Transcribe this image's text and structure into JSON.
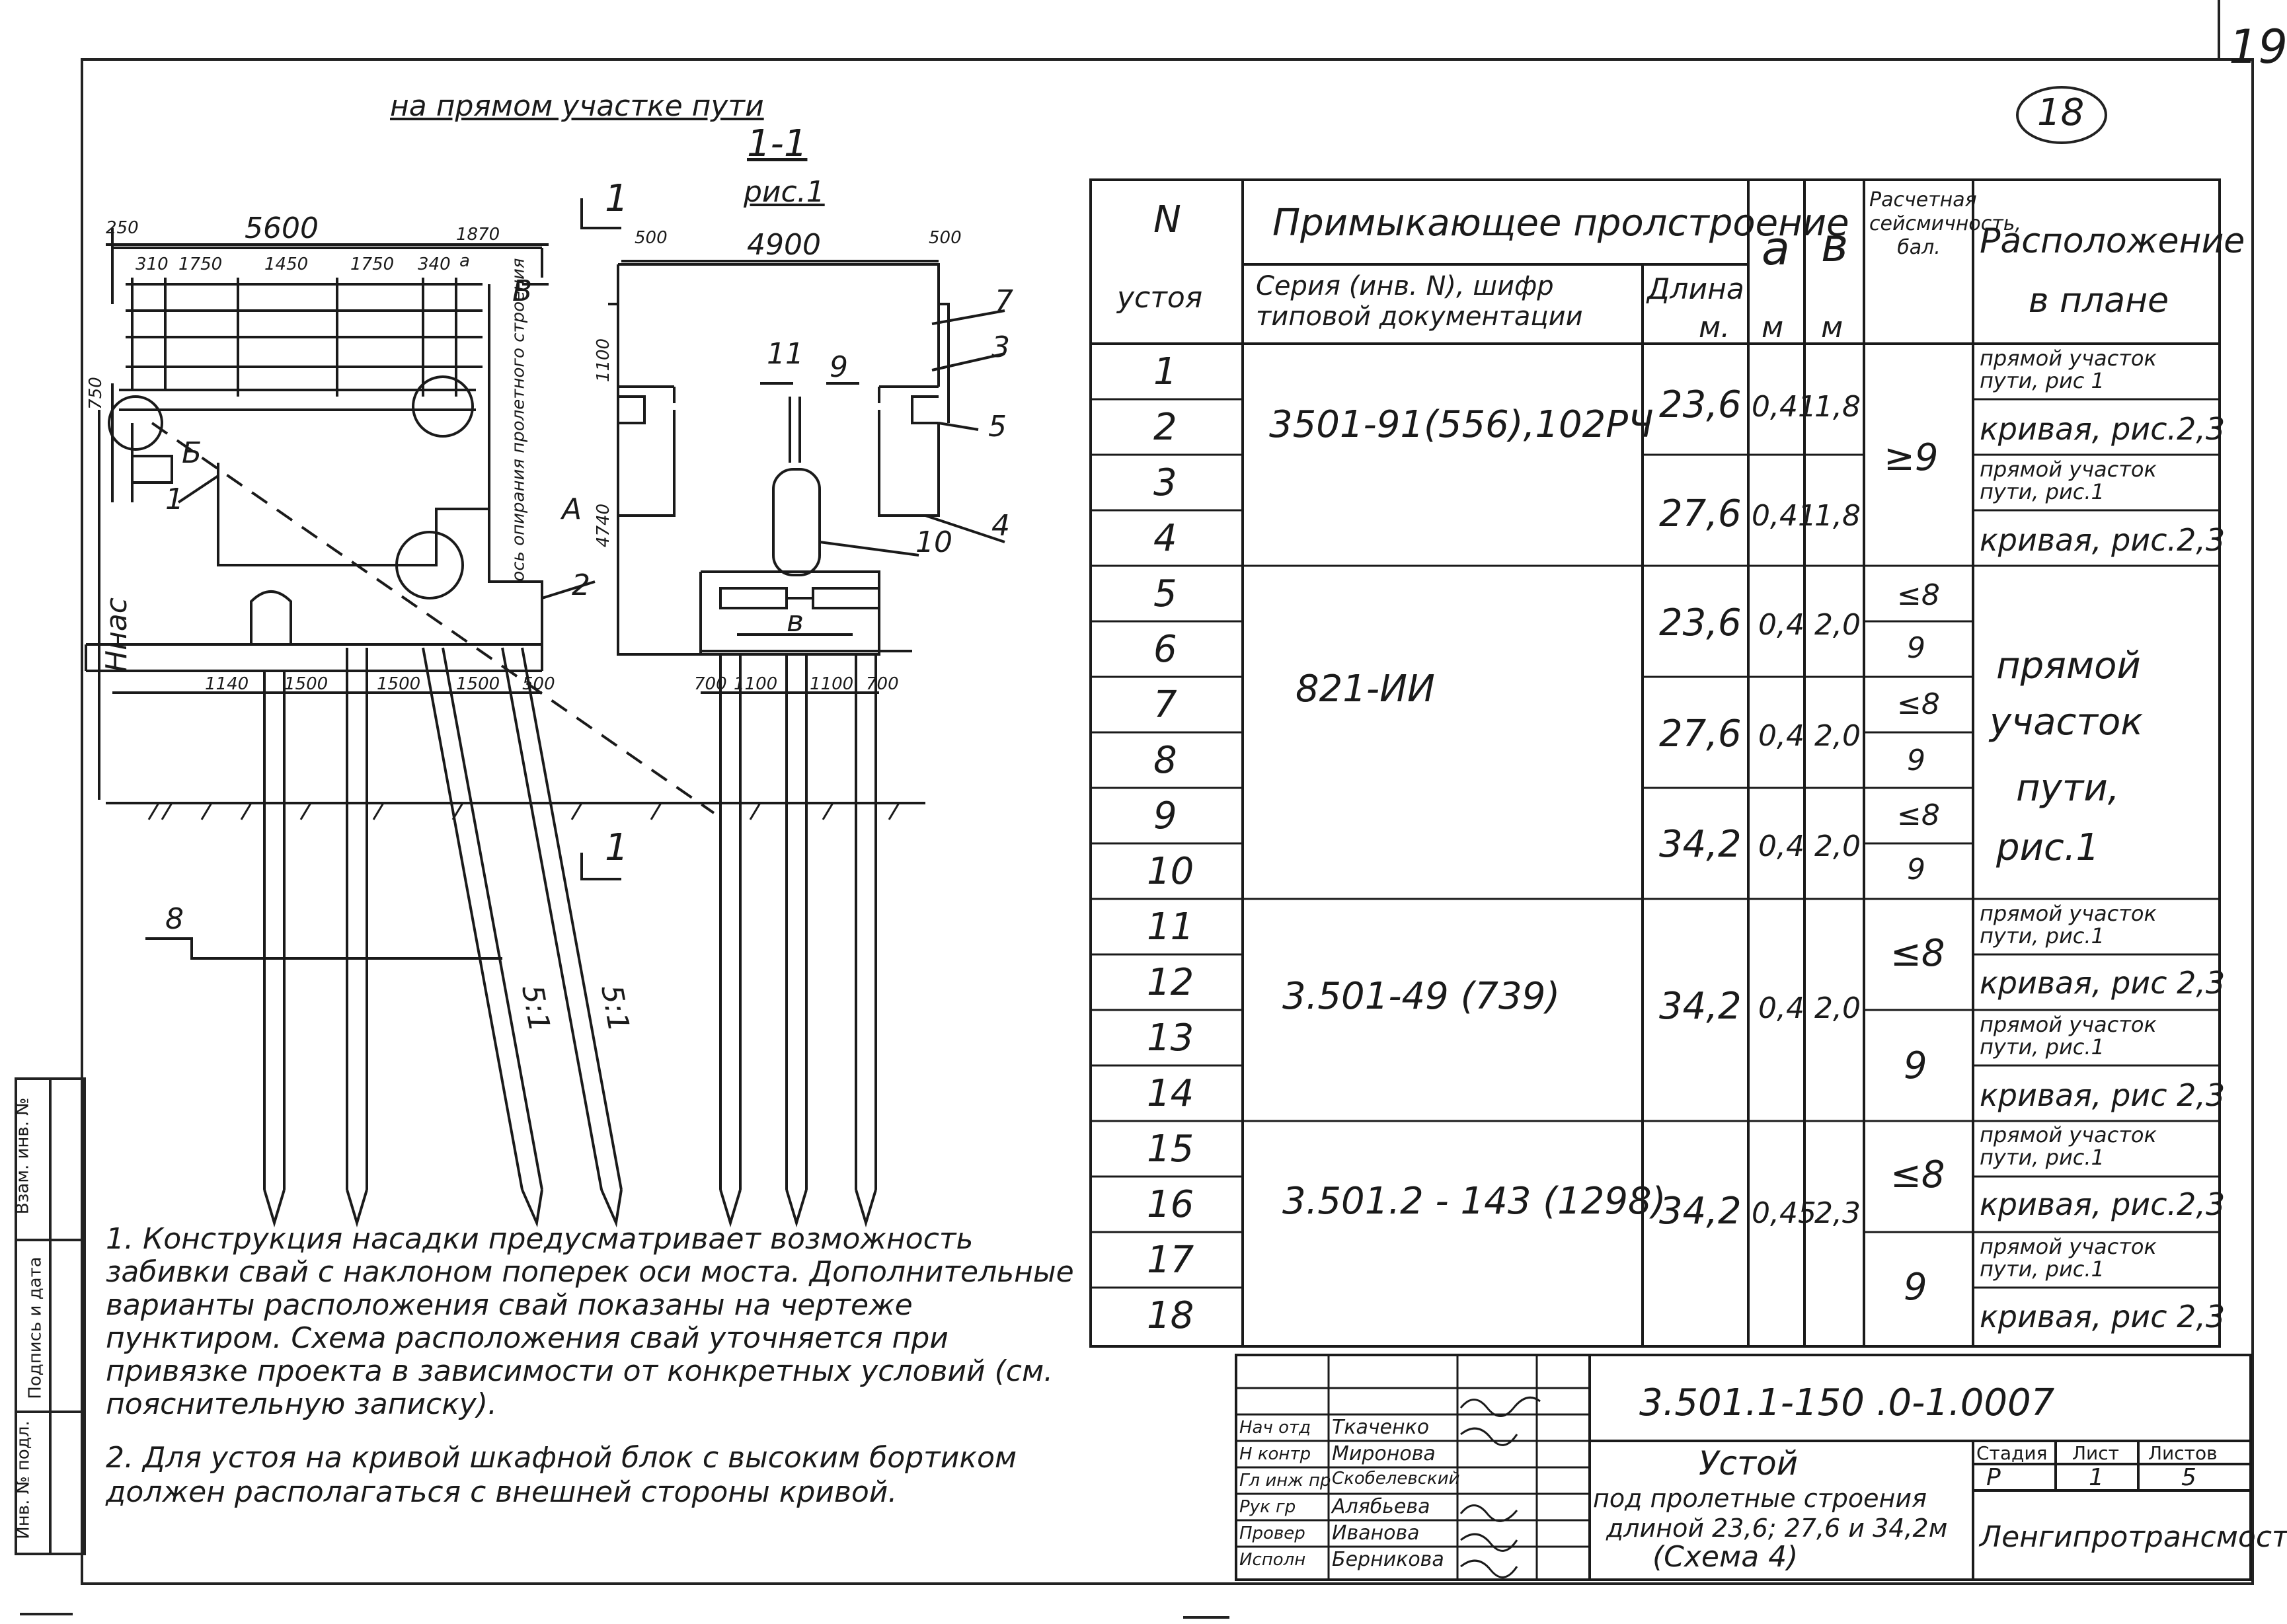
{
  "sheet": {
    "page_number": "19",
    "stamp_mark": "18",
    "colors": {
      "ink": "#1a1a1a",
      "paper": "#ffffff"
    }
  },
  "drawing": {
    "title": "на прямом участке пути",
    "section_label": "1-1",
    "figure_label": "рис.1",
    "section_mark": "1",
    "labels": {
      "dims_top_left": [
        "250",
        "5600",
        "1870"
      ],
      "dims_second": [
        "310",
        "1750",
        "1450",
        "1750",
        "340",
        "a"
      ],
      "dim_750": "750",
      "letter_B": "В",
      "letter_Bsmall": "Б",
      "letter_A": "А",
      "axis_text": "ось опирания пролетного строения",
      "hnas": "Ннас",
      "dim_4740": "4740",
      "dim_1100": "1100",
      "dims_pile_left": [
        "1140",
        "1500",
        "1500",
        "1500",
        "500"
      ],
      "dims_section_top": [
        "500",
        "4900",
        "500"
      ],
      "dims_pile_right": [
        "700",
        "1100",
        "1100",
        "700"
      ],
      "dim_b": "в",
      "slope_1": "5:1",
      "slope_2": "5:1",
      "callouts": [
        "1",
        "2",
        "3",
        "4",
        "5",
        "7",
        "8",
        "9",
        "10",
        "11"
      ]
    }
  },
  "table": {
    "headers": {
      "n_ustoya_1": "N",
      "n_ustoya_2": "устоя",
      "adjoining": "Примыкающее пролстроение",
      "series": "Серия (инв. N), шифр типовой документации",
      "length": "Длина",
      "length_unit": "м.",
      "a": "а",
      "a_unit": "м",
      "b": "в",
      "b_unit": "м",
      "seismic": "Расчетная сейсмичность, бал.",
      "location": "Расположение в плане"
    },
    "row_numbers": [
      "1",
      "2",
      "3",
      "4",
      "5",
      "6",
      "7",
      "8",
      "9",
      "10",
      "11",
      "12",
      "13",
      "14",
      "15",
      "16",
      "17",
      "18"
    ],
    "groups": [
      {
        "series": "3501-91(556),102РЧ",
        "sub": [
          {
            "length": "23,6",
            "a": "0,41",
            "b": "1,8"
          },
          {
            "length": "27,6",
            "a": "0,41",
            "b": "1,8"
          }
        ],
        "seismic": [
          "≥9"
        ],
        "location": [
          "прямой участок пути, рис 1",
          "кривая, рис.2,3",
          "прямой участок пути, рис.1",
          "кривая, рис.2,3"
        ]
      },
      {
        "series": "821-ИИ",
        "sub": [
          {
            "length": "23,6",
            "a": "0,4",
            "b": "2,0"
          },
          {
            "length": "27,6",
            "a": "0,4",
            "b": "2,0"
          },
          {
            "length": "34,2",
            "a": "0,4",
            "b": "2,0"
          }
        ],
        "seismic": [
          "≤8",
          "9",
          "≤8",
          "9",
          "≤8",
          "9"
        ],
        "location": [
          "прямой",
          "участок",
          "пути,",
          "рис.1"
        ]
      },
      {
        "series": "3.501-49 (739)",
        "sub": [
          {
            "length": "34,2",
            "a": "0,4",
            "b": "2,0"
          }
        ],
        "seismic": [
          "≤8",
          "9"
        ],
        "location": [
          "прямой участок пути, рис.1",
          "кривая, рис 2,3",
          "прямой участок пути, рис.1",
          "кривая, рис 2,3"
        ]
      },
      {
        "series": "3.501.2 - 143 (1298)",
        "sub": [
          {
            "length": "34,2",
            "a": "0,45",
            "b": "2,3"
          }
        ],
        "seismic": [
          "≤8",
          "9"
        ],
        "location": [
          "прямой участок пути, рис.1",
          "кривая, рис.2,3",
          "прямой участок пути, рис.1",
          "кривая, рис 2,3"
        ]
      }
    ]
  },
  "notes": [
    "1. Конструкция насадки предусматривает возможность забивки свай с наклоном поперек оси моста. Дополнительные варианты расположения свай показаны на чертеже пунктиром. Схема расположения свай уточняется при привязке проекта в зависимости от конкретных условий (см. пояснительную записку).",
    "2. Для устоя на кривой шкафной блок с высоким бортиком должен располагаться с внешней стороны кривой."
  ],
  "side_stamp": [
    "Инв. № подл.",
    "Подпись и дата",
    "Взам. инв. №"
  ],
  "title_block": {
    "code": "3.501.1-150 .0-1.0007",
    "roles": [
      "Нач отд",
      "Н контр",
      "Гл инж пр",
      "Рук гр",
      "Провер",
      "Исполн"
    ],
    "names": [
      "Ткаченко",
      "Миронова",
      "Скобелевский",
      "Алябьева",
      "Иванова",
      "Берникова"
    ],
    "title_lines": [
      "Устой",
      "под пролетные строения",
      "длиной 23,6; 27,6 и 34,2м",
      "(Схема 4)"
    ],
    "stage_header": "Стадия",
    "sheet_header": "Лист",
    "sheets_header": "Листов",
    "stage": "Р",
    "sheet": "1",
    "sheets": "5",
    "organization": "Ленгипротрансмост"
  }
}
